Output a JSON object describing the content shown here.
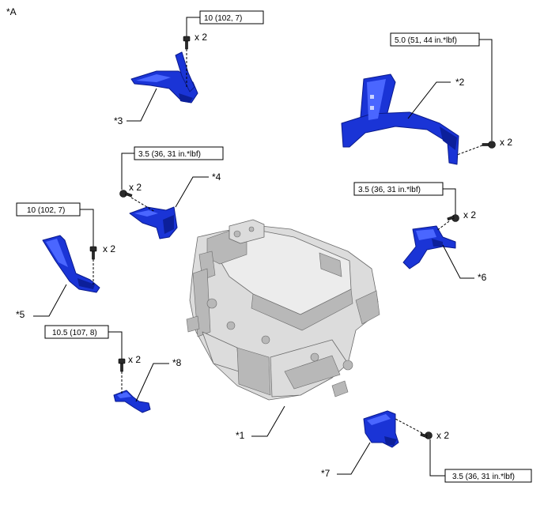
{
  "figure": {
    "view_label": "*A"
  },
  "callouts": {
    "c1": "*1",
    "c2": "*2",
    "c3": "*3",
    "c4": "*4",
    "c5": "*5",
    "c6": "*6",
    "c7": "*7",
    "c8": "*8"
  },
  "torques": {
    "t3": "10 (102, 7)",
    "t2": "5.0 (51, 44 in.*lbf)",
    "t4": "3.5 (36, 31 in.*lbf)",
    "t6": "3.5 (36, 31 in.*lbf)",
    "t5": "10 (102, 7)",
    "t8": "10.5 (107, 8)",
    "t7": "3.5 (36, 31 in.*lbf)"
  },
  "quantities": {
    "q3": "x 2",
    "q2": "x 2",
    "q4": "x 2",
    "q6": "x 2",
    "q5": "x 2",
    "q8": "x 2",
    "q7": "x 2"
  },
  "colors": {
    "bracket": "#1a34d6",
    "inverter": "#dcdcdc"
  }
}
